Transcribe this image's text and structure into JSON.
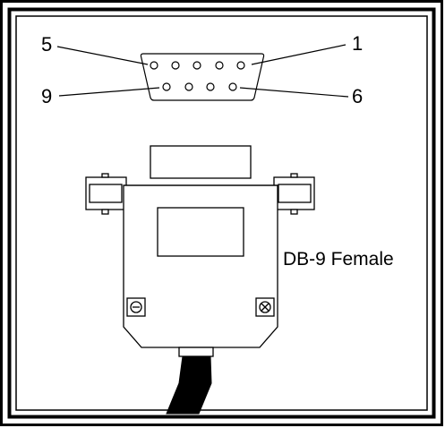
{
  "diagram": {
    "pin_labels": {
      "top_left": "5",
      "top_right": "1",
      "bottom_left": "9",
      "bottom_right": "6"
    },
    "connector_label": "DB-9 Female"
  },
  "colors": {
    "frame": "#000000",
    "background": "#ffffff",
    "screen_fill": "#ffffff",
    "cable": "#000000"
  }
}
